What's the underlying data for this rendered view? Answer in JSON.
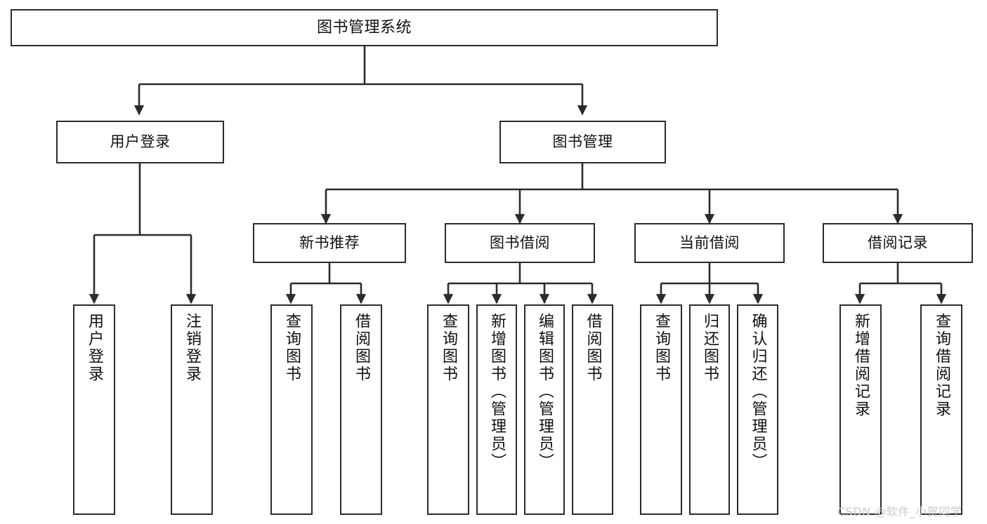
{
  "diagram": {
    "title": "图书管理系统",
    "type": "hierarchy-tree",
    "root": {
      "label": "图书管理系统"
    },
    "level1": [
      {
        "label": "用户登录"
      },
      {
        "label": "图书管理"
      }
    ],
    "level2": [
      {
        "label": "新书推荐"
      },
      {
        "label": "图书借阅"
      },
      {
        "label": "当前借阅"
      },
      {
        "label": "借阅记录"
      }
    ],
    "leaves": {
      "user_login": [
        {
          "label": "用户登录"
        },
        {
          "label": "注销登录"
        }
      ],
      "new_book_recommend": [
        {
          "label": "查询图书"
        },
        {
          "label": "借阅图书"
        }
      ],
      "book_borrow": [
        {
          "label": "查询图书"
        },
        {
          "label": "新增图书（管理员）"
        },
        {
          "label": "编辑图书（管理员）"
        },
        {
          "label": "借阅图书"
        }
      ],
      "current_borrow": [
        {
          "label": "查询图书"
        },
        {
          "label": "归还图书"
        },
        {
          "label": "确认归还（管理员）"
        }
      ],
      "borrow_records": [
        {
          "label": "新增借阅记录"
        },
        {
          "label": "查询借阅记录"
        }
      ]
    }
  },
  "watermark": {
    "text": "CSDN @软件_小贺同学"
  },
  "colors": {
    "stroke": "#2b2b2b",
    "box_fill": "#ffffff",
    "text": "#111111",
    "watermark": "#c9c9c9"
  }
}
